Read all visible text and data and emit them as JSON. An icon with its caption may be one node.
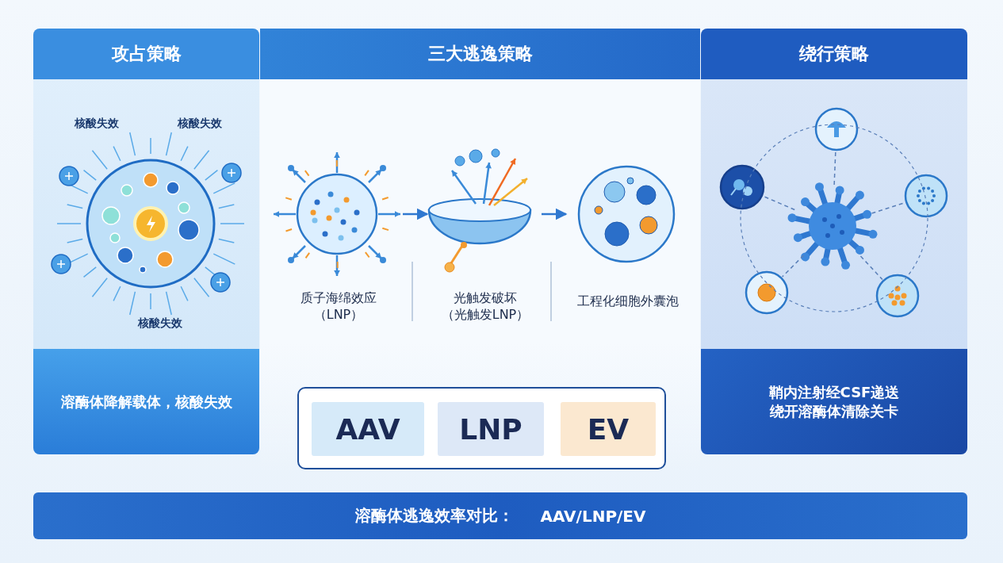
{
  "diagram": {
    "nodes": [
      {
        "text": [
          "攻占策略",
          "溶酶体降解载体，核酸失效"
        ]
      },
      {
        "text": [
          "三大逃逸策略"
        ]
      },
      {
        "text": [
          "质子海绵效应（LNP）"
        ],
        "in": 1
      },
      {
        "text": [
          "光触发破坏（光触发LNP）"
        ],
        "in": 1
      },
      {
        "text": [
          "工程化细胞外囊泡"
        ],
        "in": 1
      },
      {
        "text": [],
        "shape": "box",
        "in": 1
      },
      {
        "text": [
          "AAV"
        ],
        "in": 5
      },
      {
        "text": [
          "LNP"
        ],
        "in": 5
      },
      {
        "text": [
          "EV"
        ],
        "in": 5
      },
      {
        "text": [
          "绕行策略",
          "鞘内注射经CSF递送绕开溶酶体清除关卡"
        ]
      },
      {
        "text": [],
        "shape": "picture",
        "in": 9
      },
      {
        "text": [],
        "shape": "circle",
        "in": 9
      },
      {
        "text": [],
        "shape": "circle",
        "in": 9
      },
      {
        "text": [],
        "shape": "circle",
        "in": 9
      },
      {
        "text": [],
        "shape": "circle",
        "in": 9
      },
      {
        "text": [],
        "shape": "circle",
        "in": 9
      },
      {
        "text": [
          "溶酶体逃逸效率对比：",
          "AAV/LNP/EV"
        ]
      }
    ],
    "edges": [
      {
        "from": 2,
        "to": 3,
        "arrow": "to"
      },
      {
        "from": 3,
        "to": 4,
        "arrow": "to"
      },
      {
        "from": 10,
        "to": 11,
        "arrow": "none",
        "style": "dashed"
      },
      {
        "from": 10,
        "to": 12,
        "arrow": "none",
        "style": "dashed"
      },
      {
        "from": 10,
        "to": 13,
        "arrow": "none",
        "style": "dashed"
      },
      {
        "from": 10,
        "to": 14,
        "arrow": "none",
        "style": "dashed"
      },
      {
        "from": 10,
        "to": 15,
        "arrow": "none",
        "style": "dashed"
      }
    ],
    "labels": [
      "核酸失效",
      "核酸失效",
      "核酸失效"
    ]
  }
}
